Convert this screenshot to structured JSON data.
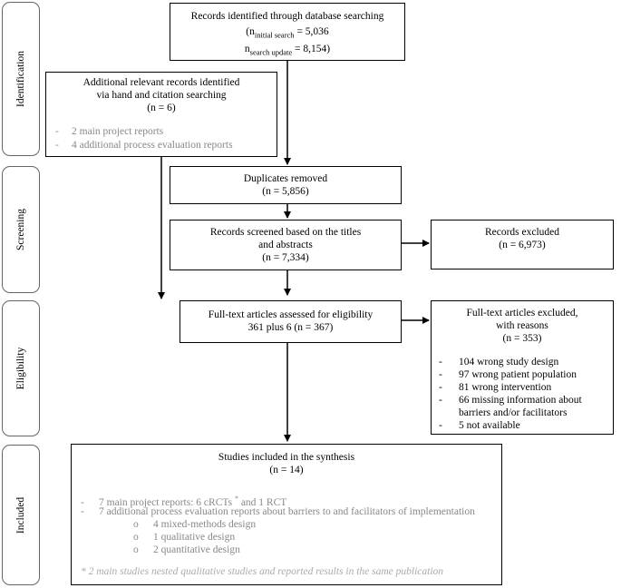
{
  "phases": [
    "Identification",
    "Screening",
    "Eligibility",
    "Included"
  ],
  "records_identified": {
    "title": "Records identified through database searching",
    "line1_sym": "n",
    "line1_sub": "initial search",
    "line1_val": " = 5,036",
    "line2_sym": "n",
    "line2_sub": "search update",
    "line2_val": " = 8,154)",
    "line1_open": "("
  },
  "additional_records": {
    "title1": "Additional relevant records identified",
    "title2": "via hand and citation searching",
    "n": "(n = 6)",
    "items": [
      "2 main project reports",
      "4 additional process evaluation reports"
    ]
  },
  "duplicates": {
    "title": "Duplicates removed",
    "n": "(n = 5,856)"
  },
  "screened": {
    "title1": "Records screened based on the titles",
    "title2": "and abstracts",
    "n": "(n = 7,334)"
  },
  "excluded": {
    "title": "Records excluded",
    "n": "(n = 6,973)"
  },
  "fulltext": {
    "title": "Full-text articles assessed for eligibility",
    "n": "361 plus 6 (n = 367)"
  },
  "fulltext_excluded": {
    "title1": "Full-text articles excluded,",
    "title2": "with reasons",
    "n": "(n = 353)",
    "items": [
      "104 wrong study design",
      "97 wrong patient population",
      "81 wrong intervention",
      "66 missing information about",
      "barriers and/or facilitators",
      "5 not available"
    ]
  },
  "included": {
    "title": "Studies included in the synthesis",
    "n": "(n = 14)",
    "item1": "7 main project reports: 6 cRCTs",
    "item1_sup": "*",
    "item1_end": " and 1 RCT",
    "item2": "7 additional process evaluation reports about barriers to and facilitators of implementation",
    "subitems": [
      "4 mixed-methods design",
      "1 qualitative design",
      "2 quantitative design"
    ],
    "footnote": "* 2 main studies nested qualitative studies and reported results in the same publication"
  },
  "symbols": {
    "dash": "-",
    "circle": "o"
  }
}
